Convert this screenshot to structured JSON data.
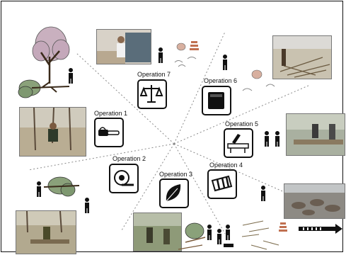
{
  "operations": [
    {
      "label": "Operation 1",
      "icon": "chainsaw-icon"
    },
    {
      "label": "Operation 2",
      "icon": "measuring-tape-icon"
    },
    {
      "label": "Operation 3",
      "icon": "leaf-icon"
    },
    {
      "label": "Operation 4",
      "icon": "bark-roll-icon"
    },
    {
      "label": "Operation 5",
      "icon": "log-splitting-icon"
    },
    {
      "label": "Operation 6",
      "icon": "oven-icon"
    },
    {
      "label": "Operation 7",
      "icon": "balance-scale-icon"
    }
  ],
  "colors": {
    "border": "#111111",
    "leaf": "#8aa17a",
    "foliage": "#c9b0bf",
    "trunk": "#6b4a2b",
    "person": "#111111",
    "dashed_line": "#888888"
  }
}
